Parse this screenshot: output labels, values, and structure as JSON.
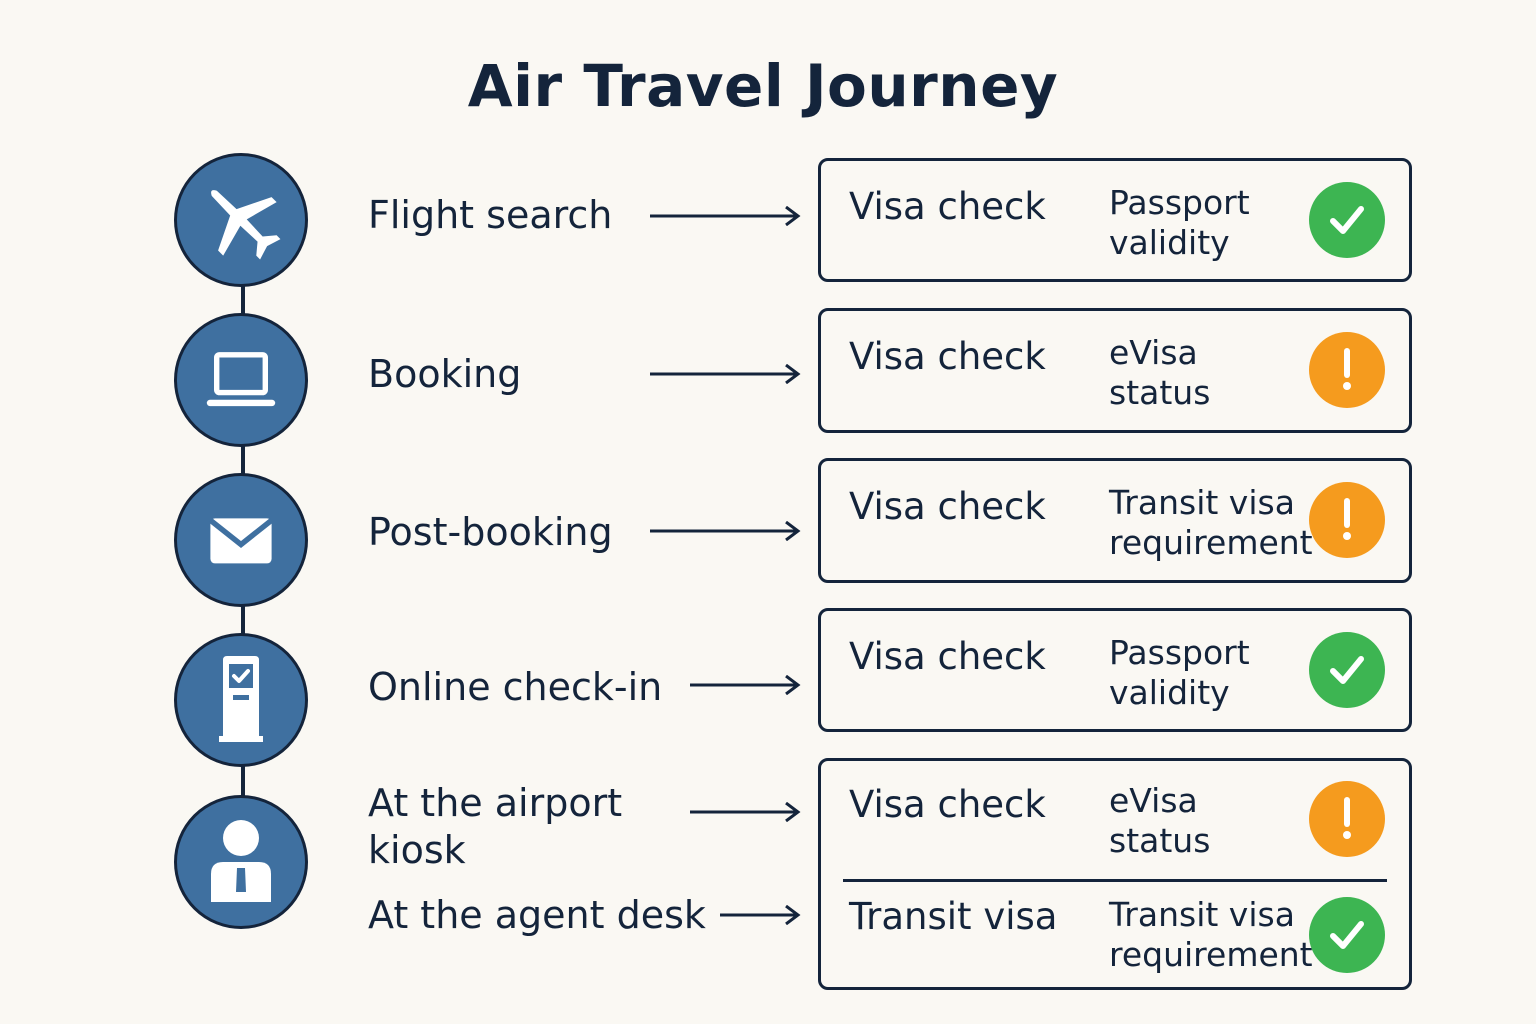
{
  "title": "Air Travel Journey",
  "colors": {
    "background": "#faf8f3",
    "ink": "#14243b",
    "node_fill": "#3f70a0",
    "ok": "#3db552",
    "warning": "#f59b1e"
  },
  "steps": [
    {
      "label": "Flight search",
      "icon": "airplane-icon",
      "checks": [
        {
          "check": "Visa check",
          "requirement_line1": "Passport",
          "requirement_line2": "validity",
          "status": "ok",
          "status_icon": "checkmark-icon"
        }
      ]
    },
    {
      "label": "Booking",
      "icon": "laptop-icon",
      "checks": [
        {
          "check": "Visa check",
          "requirement_line1": "eVisa",
          "requirement_line2": "status",
          "status": "warning",
          "status_icon": "exclamation-icon"
        }
      ]
    },
    {
      "label": "Post-booking",
      "icon": "envelope-icon",
      "checks": [
        {
          "check": "Visa check",
          "requirement_line1": "Transit visa",
          "requirement_line2": "requirement",
          "status": "warning",
          "status_icon": "exclamation-icon"
        }
      ]
    },
    {
      "label": "Online check-in",
      "icon": "kiosk-icon",
      "checks": [
        {
          "check": "Visa check",
          "requirement_line1": "Passport",
          "requirement_line2": "validity",
          "status": "ok",
          "status_icon": "checkmark-icon"
        }
      ]
    },
    {
      "label_line1": "At the airport",
      "label_line2": "kiosk",
      "label_secondary": "At the agent desk",
      "icon": "agent-person-icon",
      "checks": [
        {
          "check": "Visa check",
          "requirement_line1": "eVisa",
          "requirement_line2": "status",
          "status": "warning",
          "status_icon": "exclamation-icon"
        },
        {
          "check": "Transit visa",
          "requirement_line1": "Transit visa",
          "requirement_line2": "requirement",
          "status": "ok",
          "status_icon": "checkmark-icon"
        }
      ]
    }
  ]
}
